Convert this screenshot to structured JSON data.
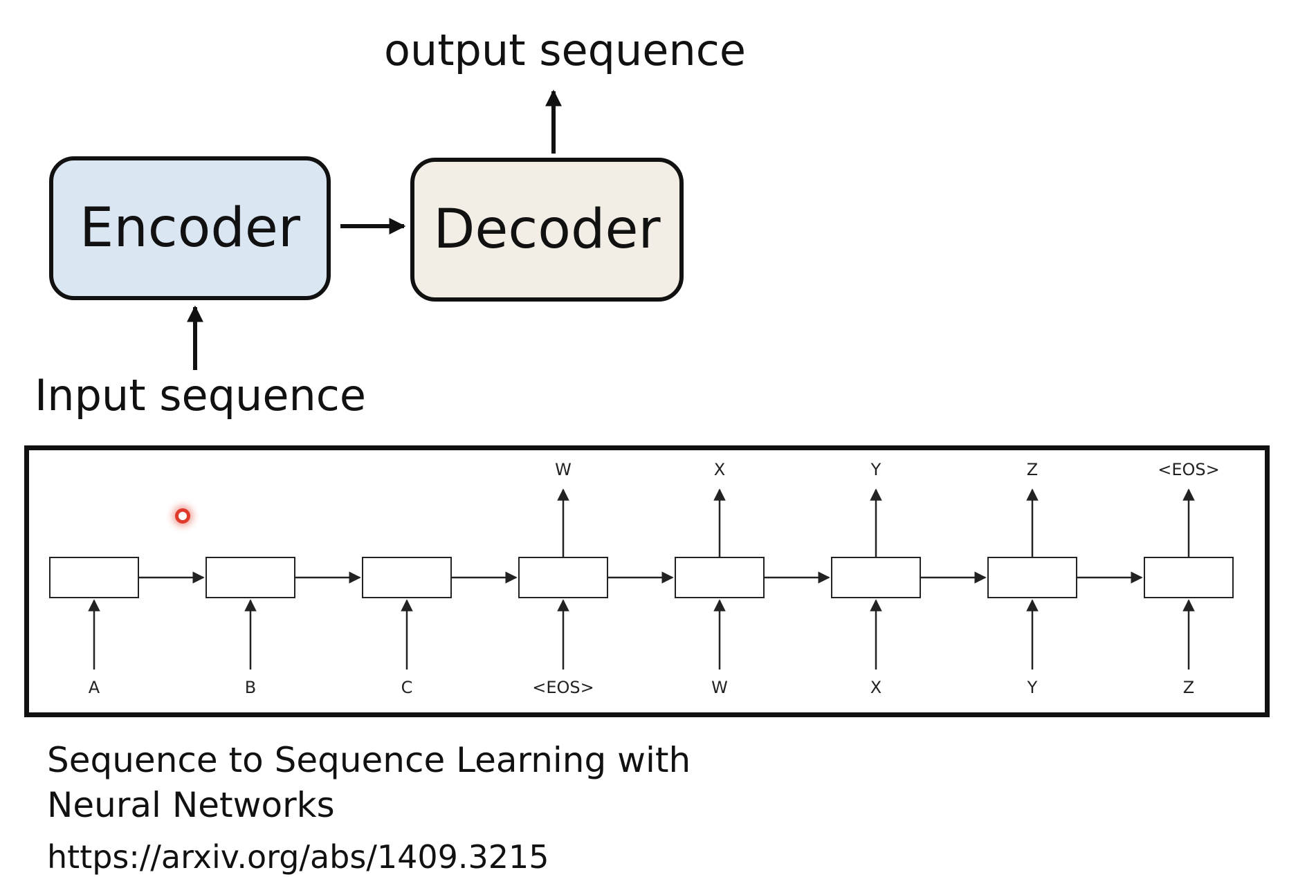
{
  "top": {
    "output_label": "output sequence",
    "input_label": "Input sequence",
    "encoder_label": "Encoder",
    "decoder_label": "Decoder",
    "colors": {
      "encoder_fill": "#dbe6f3",
      "decoder_fill": "#f3eee5"
    }
  },
  "seq2seq": {
    "inputs": [
      "A",
      "B",
      "C",
      "<EOS>",
      "W",
      "X",
      "Y",
      "Z"
    ],
    "outputs": [
      "",
      "",
      "",
      "W",
      "X",
      "Y",
      "Z",
      "<EOS>"
    ]
  },
  "caption": {
    "line1": "Sequence to Sequence Learning with",
    "line2": "Neural Networks",
    "url": "https://arxiv.org/abs/1409.3215"
  }
}
